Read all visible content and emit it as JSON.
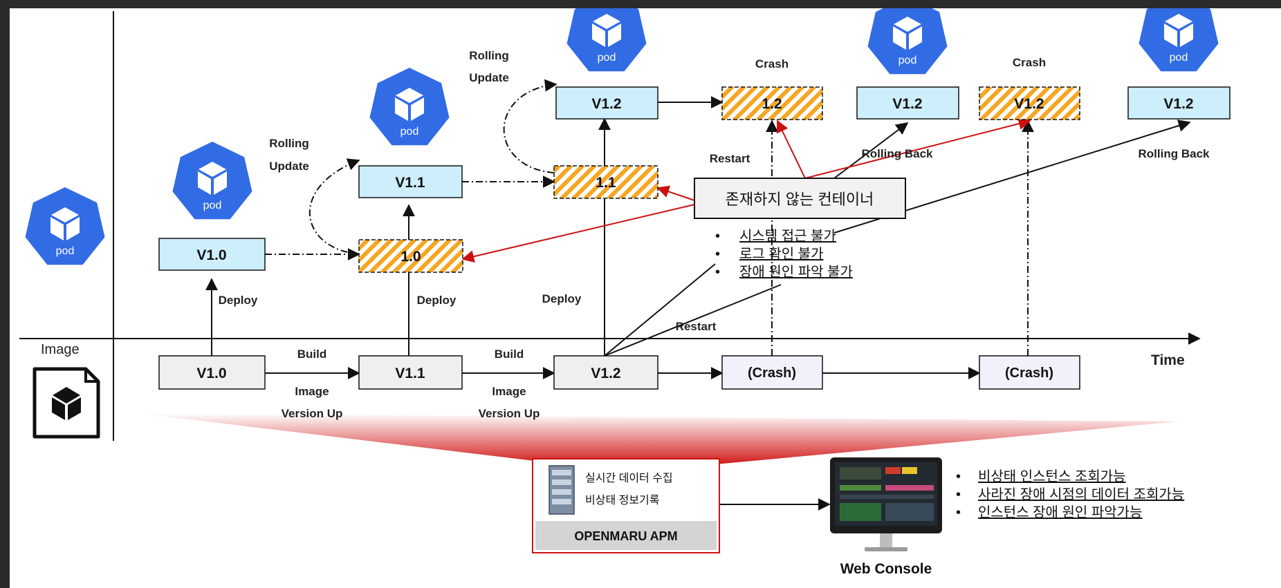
{
  "image_label": "Image",
  "time_label": "Time",
  "pod_label": "pod",
  "deploy_versions": [
    "V1.0",
    "V1.1",
    "V1.2"
  ],
  "image_versions": [
    "V1.0",
    "V1.1",
    "V1.2"
  ],
  "crash_image_label": "(Crash)",
  "labels": {
    "deploy": "Deploy",
    "build": "Build",
    "image": "Image",
    "version_up": "Version Up",
    "rolling": "Rolling",
    "update": "Update",
    "restart": "Restart",
    "crash": "Crash",
    "rolling_back": "Rolling Back"
  },
  "old_containers": [
    "1.0",
    "1.1",
    "1.2",
    "V1.2"
  ],
  "rolled_back_versions": [
    "V1.2",
    "V1.2"
  ],
  "callout": "존재하지 않는 컨테이너",
  "problems": [
    "시스템 접근 불가",
    "로그 확인 불가",
    "장애 원인 파악 불가"
  ],
  "apm": {
    "line1": "실시간 데이터 수집",
    "line2": "비상태 정보기록",
    "name": "OPENMARU APM"
  },
  "web_console": {
    "label": "Web Console",
    "benefits": [
      "비상태 인스턴스 조회가능",
      "사라진 장애 시점의 데이터 조회가능",
      "인스턴스 장애 원인 파악가능"
    ]
  },
  "colors": {
    "pod_blue": "#326ce5",
    "version_box": "#cdeefb",
    "hatch_orange": "#f5a623",
    "arrow_red": "#cc1111",
    "apm_border": "#cc1111"
  }
}
